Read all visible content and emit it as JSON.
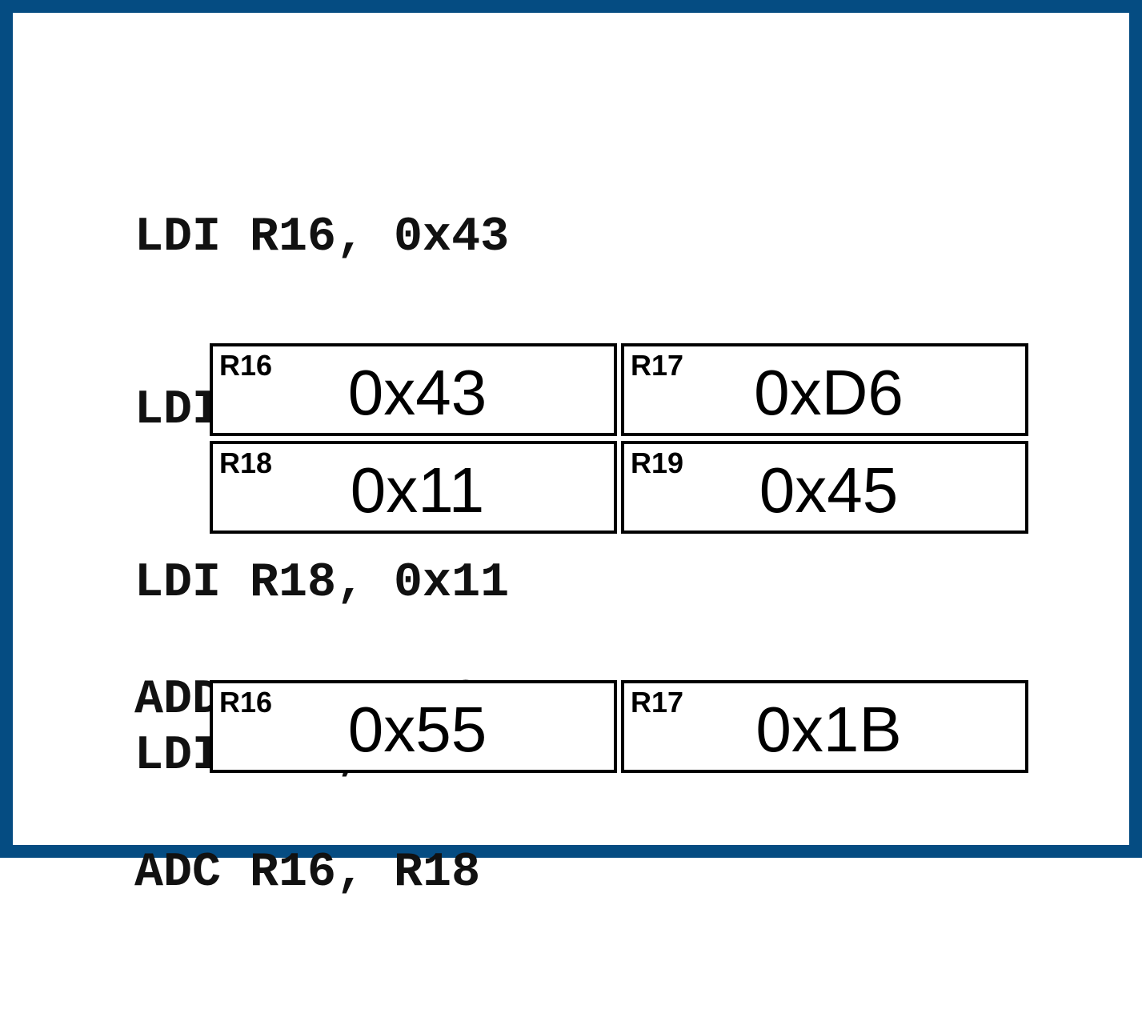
{
  "frame_color": "#054c82",
  "code_block_1": {
    "lines": [
      "LDI R16, 0x43",
      "LDI R17, 0xD6",
      "LDI R18, 0x11",
      "LDI R19, 0x45"
    ]
  },
  "registers_initial": [
    {
      "name": "R16",
      "value": "0x43"
    },
    {
      "name": "R17",
      "value": "0xD6"
    },
    {
      "name": "R18",
      "value": "0x11"
    },
    {
      "name": "R19",
      "value": "0x45"
    }
  ],
  "code_block_2": {
    "lines": [
      "ADD R17, R19",
      "ADC R16, R18"
    ]
  },
  "registers_result": [
    {
      "name": "R16",
      "value": "0x55"
    },
    {
      "name": "R17",
      "value": "0x1B"
    }
  ]
}
